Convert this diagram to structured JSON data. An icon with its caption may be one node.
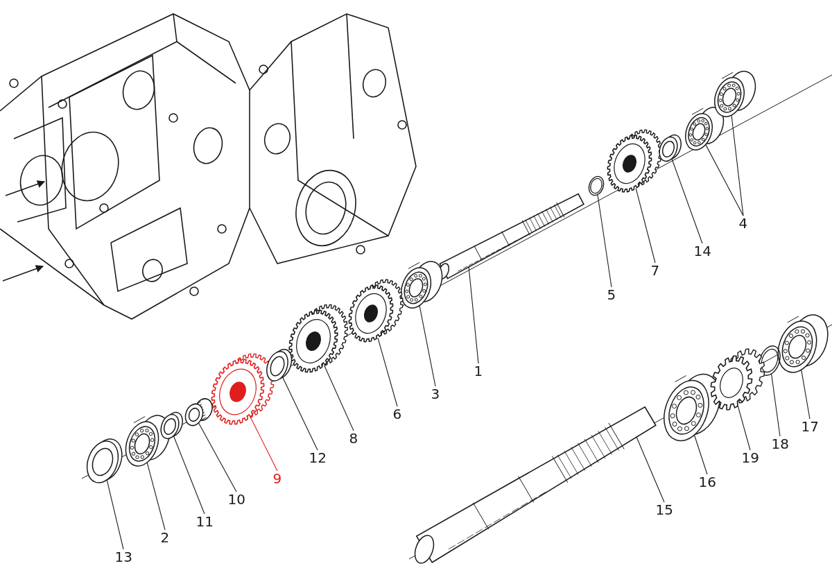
{
  "diagram": {
    "nodes": [
      {
        "text": [
          "1"
        ]
      },
      {
        "text": [
          "2"
        ]
      },
      {
        "text": [
          "3"
        ]
      },
      {
        "text": [
          "4"
        ]
      },
      {
        "text": [
          "5"
        ]
      },
      {
        "text": [
          "6"
        ]
      },
      {
        "text": [
          "7"
        ]
      },
      {
        "text": [
          "8"
        ]
      },
      {
        "text": [
          "9"
        ]
      },
      {
        "text": [
          "10"
        ]
      },
      {
        "text": [
          "11"
        ]
      },
      {
        "text": [
          "12"
        ]
      },
      {
        "text": [
          "13"
        ]
      },
      {
        "text": [
          "14"
        ]
      },
      {
        "text": [
          "15"
        ]
      },
      {
        "text": [
          "16"
        ]
      },
      {
        "text": [
          "17"
        ]
      },
      {
        "text": [
          "18"
        ]
      },
      {
        "text": [
          "19"
        ]
      },
      {
        "text": [],
        "shape": "picture"
      },
      {
        "text": [],
        "shape": "picture"
      },
      {
        "text": [],
        "shape": "picture"
      },
      {
        "text": [],
        "shape": "picture"
      },
      {
        "text": [],
        "shape": "picture"
      },
      {
        "text": [],
        "shape": "picture"
      },
      {
        "text": [],
        "shape": "picture"
      },
      {
        "text": [],
        "shape": "picture"
      },
      {
        "text": [],
        "shape": "picture"
      },
      {
        "text": [],
        "shape": "picture"
      },
      {
        "text": [],
        "shape": "picture"
      },
      {
        "text": [],
        "shape": "picture"
      },
      {
        "text": [],
        "shape": "picture"
      },
      {
        "text": [],
        "shape": "picture"
      },
      {
        "text": [],
        "shape": "picture"
      },
      {
        "text": [],
        "shape": "picture"
      },
      {
        "text": [],
        "shape": "picture"
      },
      {
        "text": [],
        "shape": "picture"
      },
      {
        "text": [],
        "shape": "picture"
      },
      {
        "text": [],
        "shape": "picture"
      }
    ],
    "edges": [
      {
        "from": 0,
        "to": 19,
        "arrow": "none"
      },
      {
        "from": 1,
        "to": 20,
        "arrow": "none"
      },
      {
        "from": 2,
        "to": 21,
        "arrow": "none"
      },
      {
        "from": 3,
        "to": 22,
        "arrow": "none"
      },
      {
        "from": 3,
        "to": 23,
        "arrow": "none"
      },
      {
        "from": 4,
        "to": 24,
        "arrow": "none"
      },
      {
        "from": 5,
        "to": 25,
        "arrow": "none"
      },
      {
        "from": 6,
        "to": 26,
        "arrow": "none"
      },
      {
        "from": 7,
        "to": 27,
        "arrow": "none"
      },
      {
        "from": 8,
        "to": 28,
        "arrow": "none",
        "color": "#e01e1e"
      },
      {
        "from": 9,
        "to": 29,
        "arrow": "none"
      },
      {
        "from": 10,
        "to": 30,
        "arrow": "none"
      },
      {
        "from": 11,
        "to": 31,
        "arrow": "none"
      },
      {
        "from": 12,
        "to": 32,
        "arrow": "none"
      },
      {
        "from": 13,
        "to": 33,
        "arrow": "none"
      },
      {
        "from": 14,
        "to": 34,
        "arrow": "none"
      },
      {
        "from": 15,
        "to": 35,
        "arrow": "none"
      },
      {
        "from": 16,
        "to": 36,
        "arrow": "none"
      },
      {
        "from": 17,
        "to": 37,
        "arrow": "none"
      },
      {
        "from": 18,
        "to": 38,
        "arrow": "none"
      }
    ]
  }
}
